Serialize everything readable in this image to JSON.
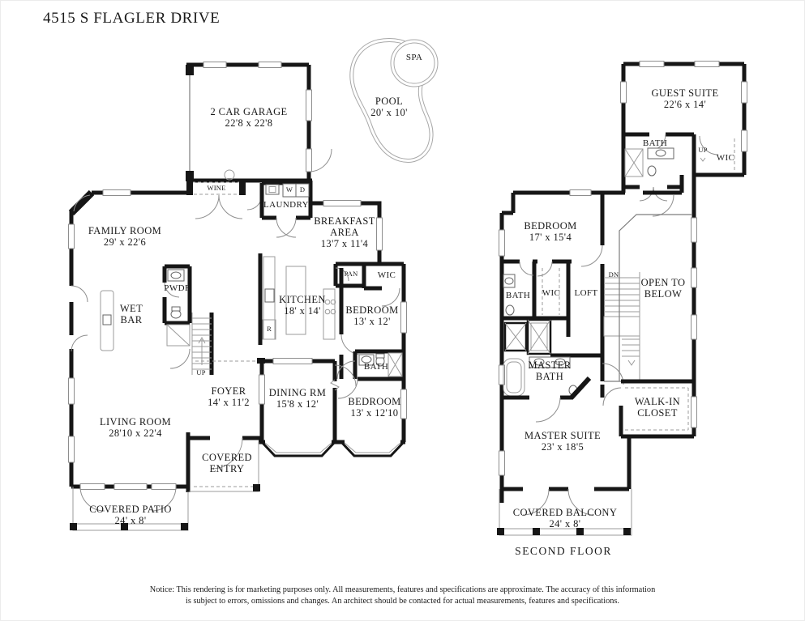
{
  "title": "4515 S FLAGLER DRIVE",
  "first_floor": {
    "garage": {
      "name": "2 CAR GARAGE",
      "dims": "22'8 x 22'8"
    },
    "pool": {
      "name": "POOL",
      "dims": "20' x 10'"
    },
    "spa": {
      "name": "SPA"
    },
    "wine": {
      "name": "WINE"
    },
    "washer": {
      "name": "W"
    },
    "dryer": {
      "name": "D"
    },
    "laundry": {
      "name": "LAUNDRY"
    },
    "family_room": {
      "name": "FAMILY ROOM",
      "dims": "29' x 22'6"
    },
    "breakfast_area": {
      "name": "BREAKFAST AREA",
      "dims": "13'7 x 11'4"
    },
    "powder": {
      "name": "PWDR"
    },
    "wet_bar": {
      "name": "WET BAR"
    },
    "kitchen": {
      "name": "KITCHEN",
      "dims": "18' x 14'"
    },
    "refrigerator": {
      "name": "R"
    },
    "pantry": {
      "name": "PAN"
    },
    "wic": {
      "name": "WIC"
    },
    "bedroom_1": {
      "name": "BEDROOM",
      "dims": "13' x 12'"
    },
    "bath_1": {
      "name": "BATH"
    },
    "stairs_up": {
      "name": "UP"
    },
    "foyer": {
      "name": "FOYER",
      "dims": "14' x 11'2"
    },
    "dining_room": {
      "name": "DINING RM",
      "dims": "15'8 x 12'"
    },
    "bedroom_2": {
      "name": "BEDROOM",
      "dims": "13' x 12'10"
    },
    "living_room": {
      "name": "LIVING ROOM",
      "dims": "28'10 x 22'4"
    },
    "covered_entry": {
      "name": "COVERED ENTRY"
    },
    "covered_patio": {
      "name": "COVERED PATIO",
      "dims": "24' x 8'"
    }
  },
  "second_floor": {
    "caption": "SECOND FLOOR",
    "guest_suite": {
      "name": "GUEST SUITE",
      "dims": "22'6 x 14'"
    },
    "guest_bath": {
      "name": "BATH"
    },
    "stairs_up": {
      "name": "UP"
    },
    "guest_wic": {
      "name": "WIC"
    },
    "bedroom_3": {
      "name": "BEDROOM",
      "dims": "17' x 15'4"
    },
    "bath_3": {
      "name": "BATH"
    },
    "wic_3": {
      "name": "WIC"
    },
    "loft": {
      "name": "LOFT"
    },
    "stairs_down": {
      "name": "DN"
    },
    "open_to_below": {
      "name": "OPEN TO BELOW"
    },
    "master_bath": {
      "name": "MASTER BATH"
    },
    "walk_in_closet": {
      "name": "WALK-IN CLOSET"
    },
    "master_suite": {
      "name": "MASTER SUITE",
      "dims": "23' x 18'5"
    },
    "covered_balcony": {
      "name": "COVERED BALCONY",
      "dims": "24' x 8'"
    }
  },
  "notice": {
    "line1": "Notice: This rendering is for marketing purposes only. All measurements, features and specifications are approximate. The accuracy of this information",
    "line2": "is subject to errors, omissions and changes. An architect should be contacted for actual measurements, features and specifications."
  },
  "colors": {
    "wall": "#161616",
    "thin_line": "#9b9b9b",
    "text": "#1a1a1a",
    "background": "#ffffff"
  }
}
